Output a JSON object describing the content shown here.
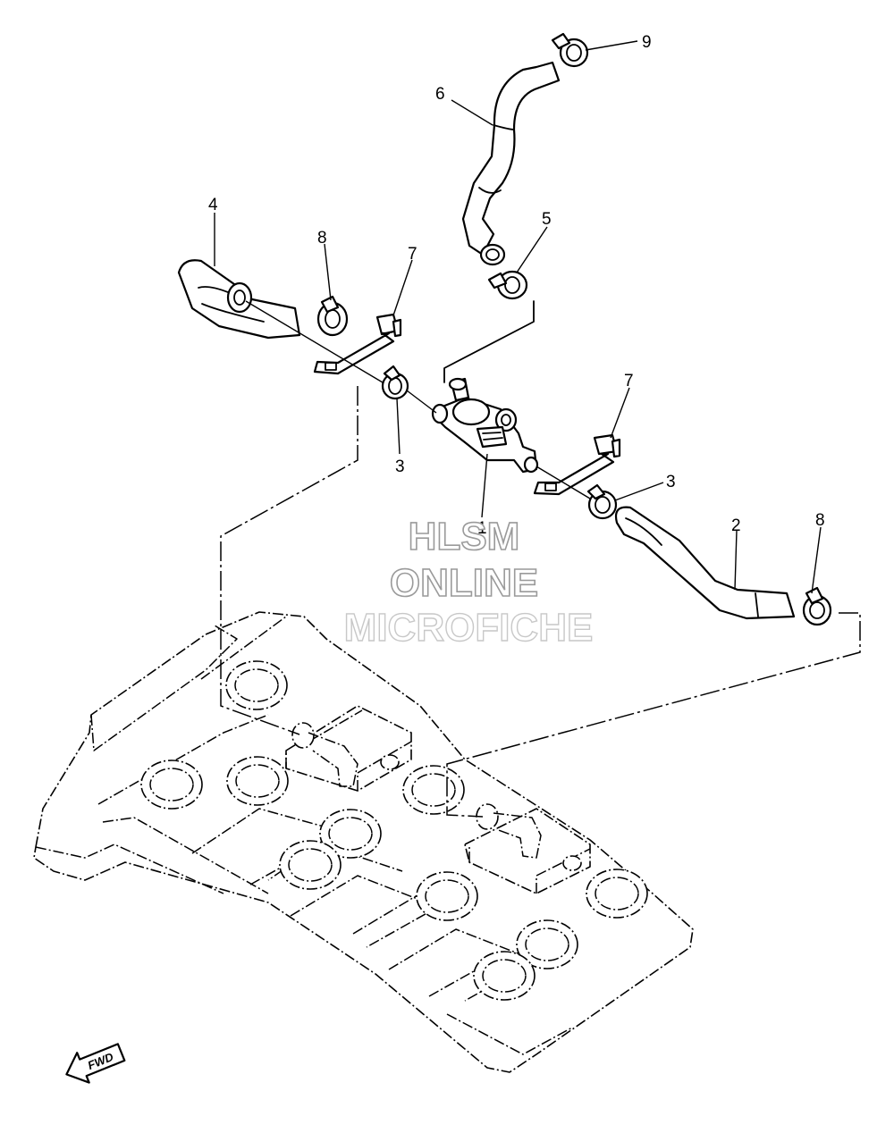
{
  "callouts": {
    "p1": "1",
    "p2": "2",
    "p3a": "3",
    "p3b": "3",
    "p4": "4",
    "p5": "5",
    "p6": "6",
    "p7a": "7",
    "p7b": "7",
    "p8a": "8",
    "p8b": "8",
    "p9": "9"
  },
  "watermark": {
    "line1": "HLSM",
    "line2": "ONLINE",
    "line3": "MICROFICHE"
  },
  "fwd_label": "FWD",
  "colors": {
    "line": "#000000",
    "background": "#ffffff",
    "watermark_outline": "#9a9a9a"
  }
}
